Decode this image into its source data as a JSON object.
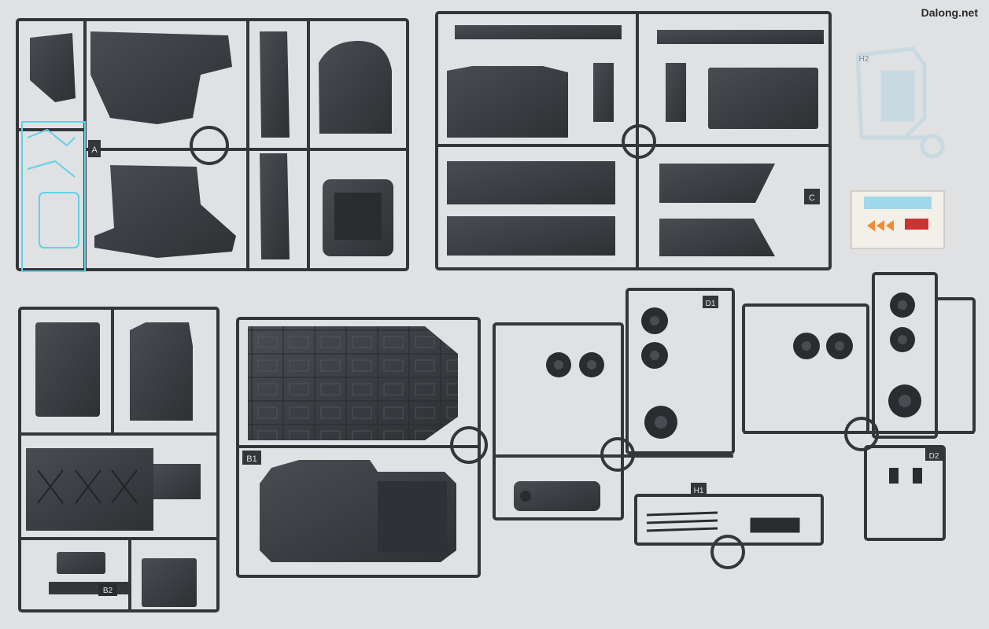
{
  "photo": {
    "subject": "plastic model kit runners",
    "background_color": "#dfe1e3",
    "part_color": "#3b3d42",
    "runner_color": "#34363a",
    "clear_part_color": "#5fd3e8",
    "white_runner_color": "#c9d9e2"
  },
  "watermark": {
    "text": "Dalong.net"
  },
  "runner_tags": [
    "A",
    "C",
    "B1",
    "B2",
    "D1",
    "D2",
    "H1",
    "H2"
  ]
}
